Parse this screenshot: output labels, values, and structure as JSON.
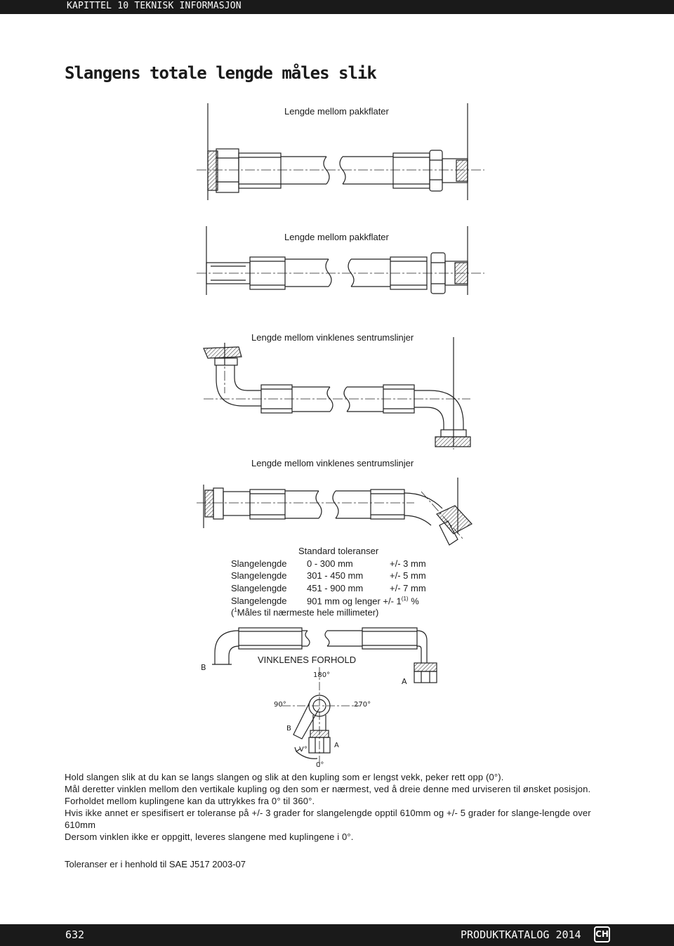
{
  "header": {
    "chapter": "KAPITTEL 10 TEKNISK INFORMASJON"
  },
  "title": "Slangens totale lengde måles slik",
  "figures": {
    "fig1_caption": "Lengde mellom pakkflater",
    "fig2_caption": "Lengde mellom pakkflater",
    "fig3_caption": "Lengde mellom vinklenes sentrumslinjer",
    "fig4_caption": "Lengde mellom vinklenes sentrumslinjer"
  },
  "tolerances": {
    "title": "Standard toleranser",
    "rows": [
      {
        "label": "Slangelengde",
        "range": "0 - 300 mm",
        "tol": "+/- 3 mm"
      },
      {
        "label": "Slangelengde",
        "range": "301 - 450 mm",
        "tol": "+/- 5 mm"
      },
      {
        "label": "Slangelengde",
        "range": "451 - 900 mm",
        "tol": "+/- 7 mm"
      }
    ],
    "row4_label": "Slangelengde",
    "row4_text": "901 mm og lenger +/- 1",
    "row4_sup": "(1)",
    "row4_unit": "%",
    "note_sup": "1",
    "note_text": "Måles til nærmeste hele millimeter)"
  },
  "angle_diagram": {
    "title": "VINKLENES FORHOLD",
    "label_b": "B",
    "label_a": "A",
    "deg_180": "180°",
    "deg_90": "90°",
    "deg_270": "270°",
    "deg_0": "0°",
    "label_b2": "B",
    "label_a2": "A",
    "label_v": "V°"
  },
  "body": {
    "p1": "Hold slangen slik at du kan se langs slangen og slik at den kupling som er lengst vekk, peker rett opp (0°).",
    "p2": "Mål deretter vinklen mellom den vertikale kupling og den som er nærmest, ved å dreie denne med urviseren til ønsket posisjon. Forholdet mellom kuplingene kan da uttrykkes fra 0° til 360°.",
    "p3": "Hvis ikke annet er spesifisert er toleranse på +/- 3 grader for slangelengde opptil 610mm og +/- 5 grader for slange-lengde over 610mm",
    "p4": "Dersom vinklen ikke er oppgitt, leveres slangene med kuplingene i 0°."
  },
  "standard_note": "Toleranser er i henhold til SAE J517 2003-07",
  "footer": {
    "page": "632",
    "catalog": "PRODUKTKATALOG 2014",
    "logo": "CH"
  }
}
